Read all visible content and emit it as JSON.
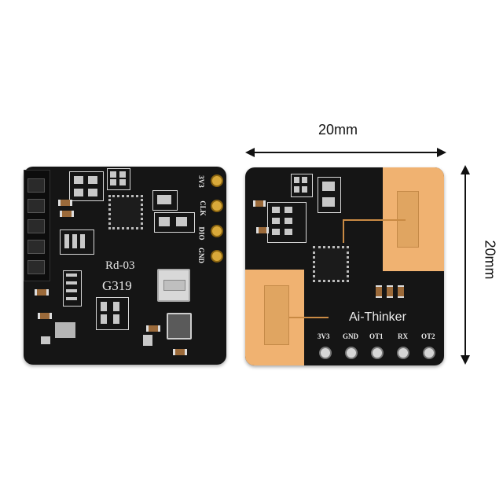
{
  "dimensions": {
    "width_label": "20mm",
    "height_label": "20mm"
  },
  "left_board": {
    "model": "Rd-03",
    "code": "G319",
    "pin_labels": [
      "3V3",
      "CLK",
      "DIO",
      "GND"
    ],
    "crystal_text": "",
    "mcu_text": ""
  },
  "right_board": {
    "brand": "Ai-Thinker",
    "pin_labels": [
      "3V3",
      "GND",
      "OT1",
      "RX",
      "OT2"
    ],
    "chip_text": ""
  },
  "colors": {
    "pcb": "#151515",
    "copper": "#f0b271",
    "gold": "#d9a93a",
    "background": "#ffffff"
  }
}
